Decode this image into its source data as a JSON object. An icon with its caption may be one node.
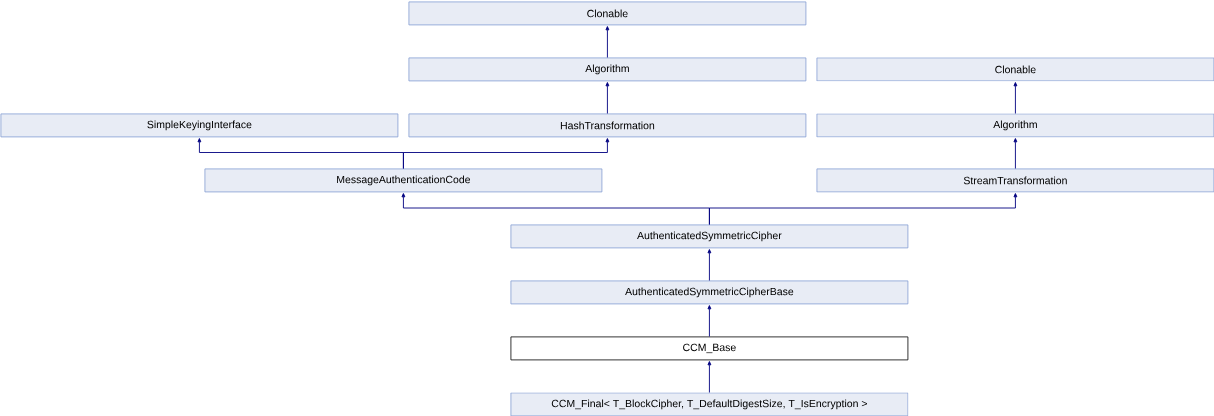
{
  "diagram": {
    "nodes": [
      {
        "text": [
          "Clonable"
        ]
      },
      {
        "text": [
          "Algorithm"
        ]
      },
      {
        "text": [
          "Clonable"
        ]
      },
      {
        "text": [
          "SimpleKeyingInterface"
        ]
      },
      {
        "text": [
          "HashTransformation"
        ]
      },
      {
        "text": [
          "Algorithm"
        ]
      },
      {
        "text": [
          "MessageAuthenticationCode"
        ]
      },
      {
        "text": [
          "StreamTransformation"
        ]
      },
      {
        "text": [
          "AuthenticatedSymmetricCipher"
        ]
      },
      {
        "text": [
          "AuthenticatedSymmetricCipherBase"
        ]
      },
      {
        "text": [
          "CCM_Base"
        ]
      },
      {
        "text": [
          "CCM_Final< T_BlockCipher, T_DefaultDigestSize, T_IsEncryption >"
        ]
      }
    ],
    "edges": [
      {
        "from": 1,
        "to": 0,
        "arrow": "to"
      },
      {
        "from": 4,
        "to": 1,
        "arrow": "to"
      },
      {
        "from": 5,
        "to": 2,
        "arrow": "to"
      },
      {
        "from": 6,
        "to": 3,
        "arrow": "to"
      },
      {
        "from": 6,
        "to": 4,
        "arrow": "to"
      },
      {
        "from": 7,
        "to": 5,
        "arrow": "to"
      },
      {
        "from": 8,
        "to": 6,
        "arrow": "to"
      },
      {
        "from": 8,
        "to": 7,
        "arrow": "to"
      },
      {
        "from": 9,
        "to": 8,
        "arrow": "to"
      },
      {
        "from": 10,
        "to": 9,
        "arrow": "to"
      },
      {
        "from": 11,
        "to": 10,
        "arrow": "to"
      }
    ]
  }
}
